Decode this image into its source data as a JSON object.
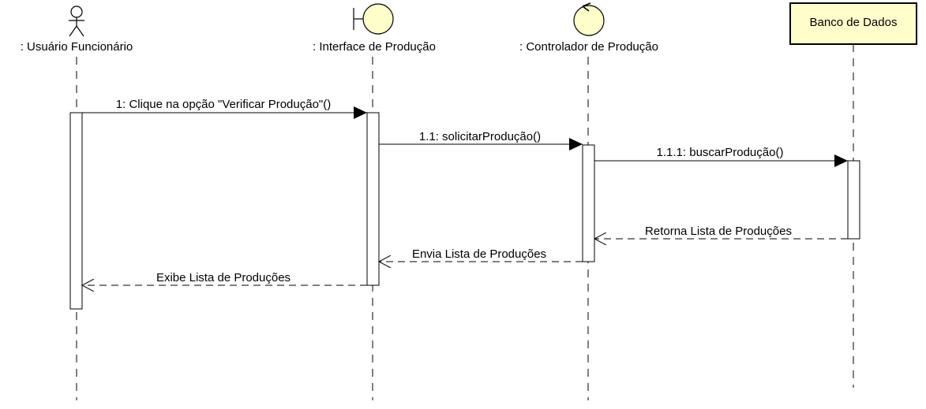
{
  "diagram": {
    "type": "sequence",
    "participants": [
      {
        "id": "user",
        "kind": "actor",
        "label": ": Usuário Funcionário"
      },
      {
        "id": "ui",
        "kind": "boundary",
        "label": ": Interface de Produção"
      },
      {
        "id": "ctrl",
        "kind": "control",
        "label": ": Controlador de Produção"
      },
      {
        "id": "db",
        "kind": "box",
        "label": "Banco de Dados"
      }
    ],
    "messages": [
      {
        "id": "m1",
        "label": "1: Clique na opção \"Verificar Produção\"()",
        "from": "user",
        "to": "ui",
        "style": "sync"
      },
      {
        "id": "m2",
        "label": "1.1: solicitarProdução()",
        "from": "ui",
        "to": "ctrl",
        "style": "sync"
      },
      {
        "id": "m3",
        "label": "1.1.1: buscarProdução()",
        "from": "ctrl",
        "to": "db",
        "style": "sync"
      },
      {
        "id": "m4",
        "label": "Retorna Lista de Produções",
        "from": "db",
        "to": "ctrl",
        "style": "return"
      },
      {
        "id": "m5",
        "label": "Envia Lista de Produções",
        "from": "ctrl",
        "to": "ui",
        "style": "return"
      },
      {
        "id": "m6",
        "label": "Exibe Lista de Produções",
        "from": "ui",
        "to": "user",
        "style": "return"
      }
    ],
    "colors": {
      "shape_fill": "#FFFFCC",
      "stroke": "#000000",
      "background": "#FFFFFF"
    }
  }
}
